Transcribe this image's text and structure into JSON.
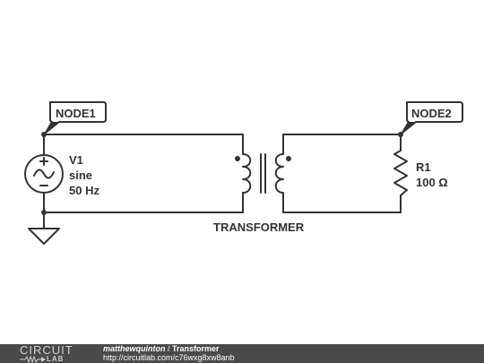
{
  "diagram": {
    "nodes": {
      "node1": "NODE1",
      "node2": "NODE2"
    },
    "source": {
      "name": "V1",
      "type": "sine",
      "frequency": "50 Hz"
    },
    "resistor": {
      "name": "R1",
      "value": "100 Ω"
    },
    "transformer": {
      "label": "TRANSFORMER"
    }
  },
  "footer": {
    "logo_top": "CIRCUIT",
    "logo_bottom": "LAB",
    "username": "matthewquinton",
    "separator": " / ",
    "title": "Transformer",
    "url": "http://circuitlab.com/c76wxg8xw8anb"
  },
  "colors": {
    "wire": "#333333",
    "footer_bg": "#4a4a4a",
    "footer_text": "#ffffff"
  }
}
